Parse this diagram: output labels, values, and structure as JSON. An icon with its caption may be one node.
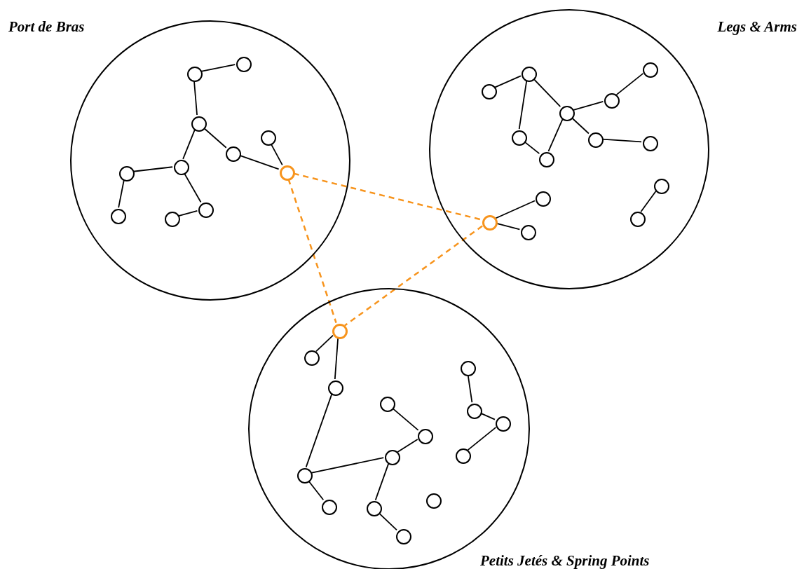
{
  "diagram": {
    "nodes": [
      {
        "text": [
          "Port de Bras"
        ]
      },
      {
        "text": [],
        "shape": "circle",
        "in": 0
      },
      {
        "text": [],
        "shape": "circle",
        "in": 0
      },
      {
        "text": [],
        "shape": "circle",
        "in": 0
      },
      {
        "text": [],
        "shape": "circle",
        "in": 0
      },
      {
        "text": [],
        "shape": "circle",
        "in": 0
      },
      {
        "text": [],
        "shape": "circle",
        "in": 0
      },
      {
        "text": [],
        "shape": "circle",
        "in": 0
      },
      {
        "text": [],
        "shape": "circle",
        "in": 0
      },
      {
        "text": [],
        "shape": "circle",
        "in": 0
      },
      {
        "text": [],
        "shape": "circle",
        "in": 0
      },
      {
        "text": [],
        "shape": "circle",
        "in": 0
      },
      {
        "text": [
          "Legs & Arms"
        ]
      },
      {
        "text": [],
        "shape": "circle",
        "in": 12
      },
      {
        "text": [],
        "shape": "circle",
        "in": 12
      },
      {
        "text": [],
        "shape": "circle",
        "in": 12
      },
      {
        "text": [],
        "shape": "circle",
        "in": 12
      },
      {
        "text": [],
        "shape": "circle",
        "in": 12
      },
      {
        "text": [],
        "shape": "circle",
        "in": 12
      },
      {
        "text": [],
        "shape": "circle",
        "in": 12
      },
      {
        "text": [],
        "shape": "circle",
        "in": 12
      },
      {
        "text": [],
        "shape": "circle",
        "in": 12
      },
      {
        "text": [],
        "shape": "circle",
        "in": 12
      },
      {
        "text": [],
        "shape": "circle",
        "in": 12
      },
      {
        "text": [],
        "shape": "circle",
        "in": 12
      },
      {
        "text": [],
        "shape": "circle",
        "in": 12
      },
      {
        "text": [],
        "shape": "circle",
        "in": 12
      },
      {
        "text": [
          "Petits Jetés & Spring Points"
        ]
      },
      {
        "text": [],
        "shape": "circle",
        "in": 27
      },
      {
        "text": [],
        "shape": "circle",
        "in": 27
      },
      {
        "text": [],
        "shape": "circle",
        "in": 27
      },
      {
        "text": [],
        "shape": "circle",
        "in": 27
      },
      {
        "text": [],
        "shape": "circle",
        "in": 27
      },
      {
        "text": [],
        "shape": "circle",
        "in": 27
      },
      {
        "text": [],
        "shape": "circle",
        "in": 27
      },
      {
        "text": [],
        "shape": "circle",
        "in": 27
      },
      {
        "text": [],
        "shape": "circle",
        "in": 27
      },
      {
        "text": [],
        "shape": "circle",
        "in": 27
      },
      {
        "text": [],
        "shape": "circle",
        "in": 27
      },
      {
        "text": [],
        "shape": "circle",
        "in": 27
      },
      {
        "text": [],
        "shape": "circle",
        "in": 27
      },
      {
        "text": [],
        "shape": "circle",
        "in": 27
      },
      {
        "text": [],
        "shape": "circle",
        "in": 27
      }
    ],
    "edges": [
      {
        "from": 1,
        "to": 2,
        "arrow": "none"
      },
      {
        "from": 1,
        "to": 3,
        "arrow": "none"
      },
      {
        "from": 3,
        "to": 4,
        "arrow": "none"
      },
      {
        "from": 3,
        "to": 7,
        "arrow": "none"
      },
      {
        "from": 4,
        "to": 6,
        "arrow": "none"
      },
      {
        "from": 5,
        "to": 6,
        "arrow": "none"
      },
      {
        "from": 7,
        "to": 8,
        "arrow": "none"
      },
      {
        "from": 8,
        "to": 9,
        "arrow": "none"
      },
      {
        "from": 7,
        "to": 10,
        "arrow": "none"
      },
      {
        "from": 10,
        "to": 11,
        "arrow": "none"
      },
      {
        "from": 13,
        "to": 14,
        "arrow": "none"
      },
      {
        "from": 14,
        "to": 15,
        "arrow": "none"
      },
      {
        "from": 14,
        "to": 18,
        "arrow": "none"
      },
      {
        "from": 18,
        "to": 19,
        "arrow": "none"
      },
      {
        "from": 19,
        "to": 15,
        "arrow": "none"
      },
      {
        "from": 15,
        "to": 16,
        "arrow": "none"
      },
      {
        "from": 16,
        "to": 17,
        "arrow": "none"
      },
      {
        "from": 15,
        "to": 20,
        "arrow": "none"
      },
      {
        "from": 20,
        "to": 21,
        "arrow": "none"
      },
      {
        "from": 22,
        "to": 23,
        "arrow": "none"
      },
      {
        "from": 22,
        "to": 24,
        "arrow": "none"
      },
      {
        "from": 25,
        "to": 26,
        "arrow": "none"
      },
      {
        "from": 28,
        "to": 29,
        "arrow": "none"
      },
      {
        "from": 28,
        "to": 30,
        "arrow": "none"
      },
      {
        "from": 30,
        "to": 34,
        "arrow": "none"
      },
      {
        "from": 34,
        "to": 33,
        "arrow": "none"
      },
      {
        "from": 34,
        "to": 35,
        "arrow": "none"
      },
      {
        "from": 33,
        "to": 32,
        "arrow": "none"
      },
      {
        "from": 32,
        "to": 31,
        "arrow": "none"
      },
      {
        "from": 33,
        "to": 36,
        "arrow": "none"
      },
      {
        "from": 36,
        "to": 37,
        "arrow": "none"
      },
      {
        "from": 39,
        "to": 40,
        "arrow": "none"
      },
      {
        "from": 40,
        "to": 41,
        "arrow": "none"
      },
      {
        "from": 41,
        "to": 42,
        "arrow": "none"
      },
      {
        "from": 6,
        "to": 22,
        "arrow": "none",
        "style": "dashed",
        "color": "#f7941d"
      },
      {
        "from": 6,
        "to": 28,
        "arrow": "none",
        "style": "dashed",
        "color": "#f7941d"
      },
      {
        "from": 22,
        "to": 28,
        "arrow": "none",
        "style": "dashed",
        "color": "#f7941d"
      }
    ]
  }
}
